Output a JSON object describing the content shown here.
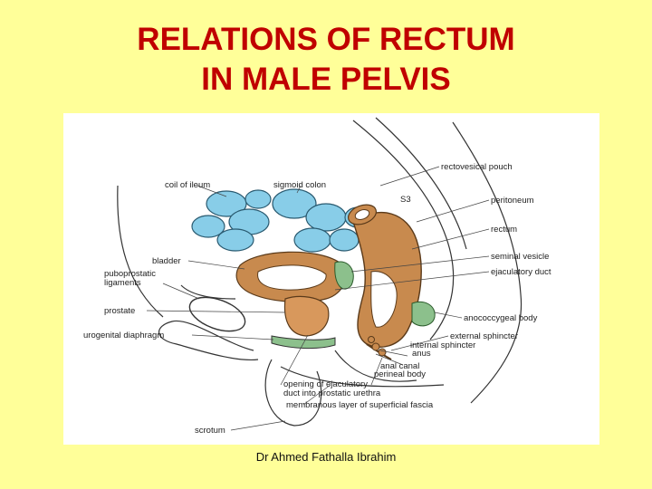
{
  "title": {
    "line1": "RELATIONS OF RECTUM",
    "line2": "IN MALE PELVIS"
  },
  "labels": {
    "rectovesical_pouch": "rectovesical pouch",
    "coil_of_ileum": "coil of ileum",
    "sigmoid_colon": "sigmoid colon",
    "s3": "S3",
    "peritoneum": "peritoneum",
    "rectum": "rectum",
    "seminal_vesicle": "seminal vesicle",
    "bladder": "bladder",
    "ejaculatory_duct": "ejaculatory duct",
    "puboprostatic_1": "puboprostatic",
    "puboprostatic_2": "ligaments",
    "anococcygeal_body": "anococcygeal body",
    "prostate": "prostate",
    "urogenital_diaphragm": "urogenital diaphragm",
    "external_sphincter": "external sphincter",
    "internal_sphincter": "internal sphincter",
    "anus": "anus",
    "anal_canal": "anal canal",
    "perineal_body": "perineal body",
    "opening_1": "opening of ejaculatory",
    "opening_2": "duct into prostatic urethra",
    "membranous_layer": "membranous layer of superficial fascia",
    "scrotum": "scrotum"
  },
  "colors": {
    "background": "#ffff99",
    "title": "#c00000",
    "intestine": "#88cde8",
    "muscle": "#c88a4e",
    "prostate": "#d8985c",
    "anococcygeal": "#8cc08c"
  },
  "footer": "Dr Ahmed Fathalla Ibrahim"
}
